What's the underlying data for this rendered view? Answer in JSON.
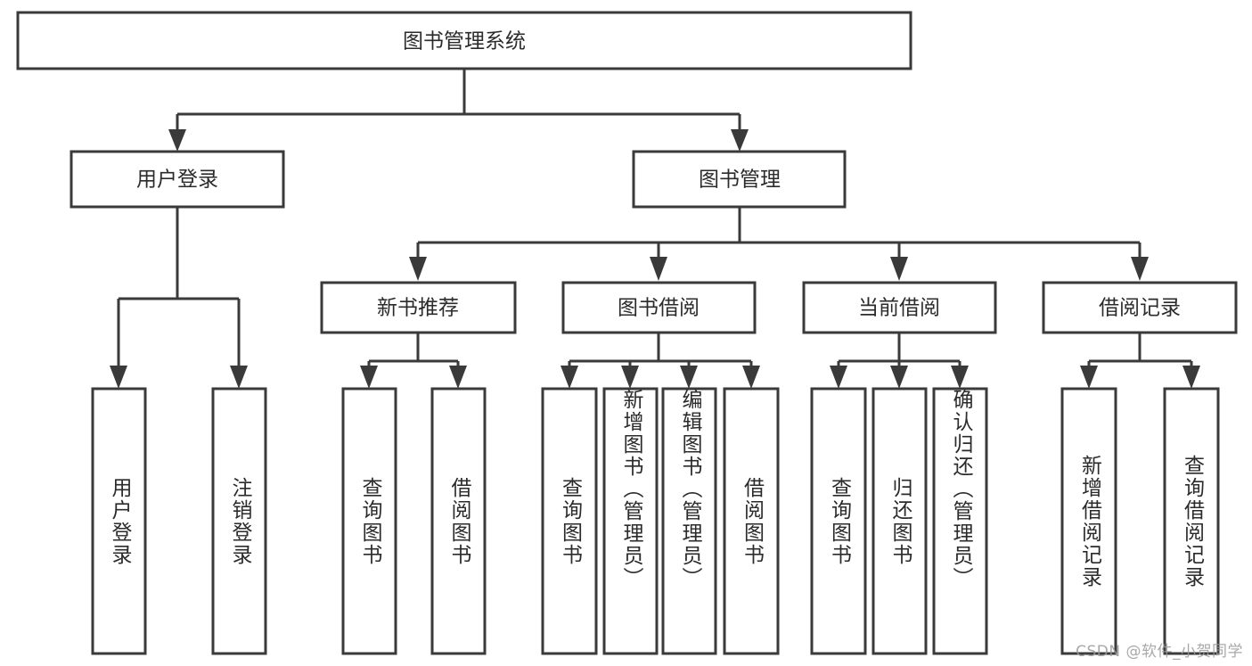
{
  "diagram": {
    "type": "tree-hierarchy",
    "title": "图书管理系统",
    "orientation": "top-down",
    "root": {
      "id": "root",
      "label": "图书管理系统",
      "children": [
        {
          "id": "user-login",
          "label": "用户登录",
          "children": [
            {
              "id": "user-login-do",
              "label": "用户登录"
            },
            {
              "id": "user-logout",
              "label": "注销登录"
            }
          ]
        },
        {
          "id": "book-manage",
          "label": "图书管理",
          "children": [
            {
              "id": "new-book-rec",
              "label": "新书推荐",
              "children": [
                {
                  "id": "query-book-1",
                  "label": "查询图书"
                },
                {
                  "id": "borrow-book-1",
                  "label": "借阅图书"
                }
              ]
            },
            {
              "id": "book-borrow",
              "label": "图书借阅",
              "children": [
                {
                  "id": "query-book-2",
                  "label": "查询图书"
                },
                {
                  "id": "add-book",
                  "label": "新增图书（管理员）"
                },
                {
                  "id": "edit-book",
                  "label": "编辑图书（管理员）"
                },
                {
                  "id": "borrow-book-2",
                  "label": "借阅图书"
                }
              ]
            },
            {
              "id": "current-borrow",
              "label": "当前借阅",
              "children": [
                {
                  "id": "query-book-3",
                  "label": "查询图书"
                },
                {
                  "id": "return-book",
                  "label": "归还图书"
                },
                {
                  "id": "confirm-return",
                  "label": "确认归还（管理员）"
                }
              ]
            },
            {
              "id": "borrow-record",
              "label": "借阅记录",
              "children": [
                {
                  "id": "add-record",
                  "label": "新增借阅记录"
                },
                {
                  "id": "query-record",
                  "label": "查询借阅记录"
                }
              ]
            }
          ]
        }
      ]
    }
  },
  "watermark": {
    "text": "CSDN @软件_小贺同学"
  },
  "colors": {
    "stroke": "#3a3a3a",
    "fill": "#ffffff",
    "text": "#2b2b2b",
    "watermark": "#9a9a9a",
    "background": "#ffffff"
  }
}
